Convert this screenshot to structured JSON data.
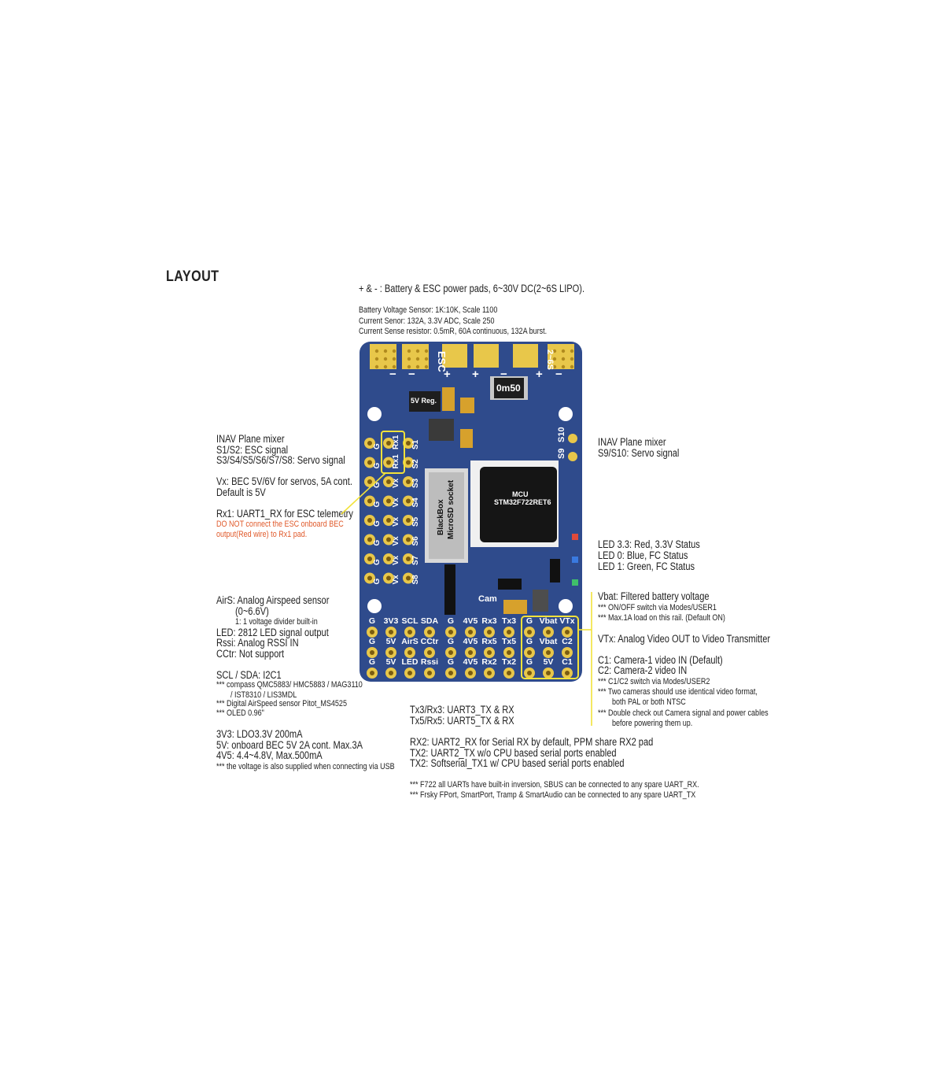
{
  "heading": "LAYOUT",
  "top_notes": {
    "power_pads": "+ & - : Battery & ESC power pads,  6~30V DC(2~6S LIPO).",
    "vsensor": "Battery Voltage Sensor: 1K:10K, Scale 1100",
    "csensor": "Current Senor: 132A,  3.3V ADC,  Scale 250",
    "resistor": "Current Sense resistor:  0.5mR, 60A continuous, 132A burst."
  },
  "left_notes": {
    "mixer_title": "INAV Plane mixer",
    "mixer_s1s2": "S1/S2:  ESC signal",
    "mixer_servos": "S3/S4/S5/S6/S7/S8: Servo signal",
    "vx_line1": "Vx: BEC 5V/6V for servos, 5A cont.",
    "vx_line2": "Default is 5V",
    "rx1_title": "Rx1: UART1_RX for ESC telemetry",
    "rx1_warn1": "DO NOT connect the ESC onboard BEC",
    "rx1_warn2": "output(Red wire) to Rx1 pad.",
    "airs_line1": "AirS: Analog Airspeed sensor",
    "airs_line2": "(0~6.6V)",
    "airs_line3": "1: 1 voltage divider built-in",
    "led_line": "LED: 2812 LED signal output",
    "rssi_line": "Rssi:  Analog RSSI IN",
    "cctr_line": "CCtr: Not support",
    "i2c_title": "SCL / SDA: I2C1",
    "i2c_compass1": "*** compass QMC5883/ HMC5883 / MAG3110",
    "i2c_compass2": "/ IST8310 / LIS3MDL",
    "i2c_airspeed": "*** Digital AirSpeed sensor Pitot_MS4525",
    "i2c_oled": "*** OLED 0.96\"",
    "pwr_3v3": "3V3: LDO3.3V 200mA",
    "pwr_5v": "5V: onboard BEC 5V 2A cont. Max.3A",
    "pwr_4v5": "4V5: 4.4~4.8V, Max.500mA",
    "pwr_usb": "*** the voltage is also supplied when connecting via USB"
  },
  "right_notes": {
    "mixer_title": "INAV Plane mixer",
    "mixer_s9s10": "S9/S10: Servo signal",
    "led33": "LED 3.3: Red, 3.3V Status",
    "led0": "LED 0: Blue, FC Status",
    "led1": "LED 1: Green, FC Status",
    "vbat_title": "Vbat:  Filtered battery voltage",
    "vbat_note1": "*** ON/OFF switch via Modes/USER1",
    "vbat_note2": "*** Max.1A load on this rail.  (Default ON)",
    "vtx": "VTx: Analog Video OUT to Video Transmitter",
    "c1": "C1: Camera-1 video IN (Default)",
    "c2": "C2: Camera-2 video IN",
    "cam_note1": "*** C1/C2 switch via Modes/USER2",
    "cam_note2": "*** Two cameras should use identical video format,",
    "cam_note3": "both PAL or both NTSC",
    "cam_note4": "*** Double check out Camera signal and power cables",
    "cam_note5": "before powering them up."
  },
  "bottom_notes": {
    "uart3": "Tx3/Rx3: UART3_TX & RX",
    "uart5": "Tx5/Rx5: UART5_TX & RX",
    "rx2": "RX2: UART2_RX for Serial RX by default,  PPM share RX2 pad",
    "tx2a": "TX2: UART2_TX w/o CPU based serial ports enabled",
    "tx2b": "TX2: Softserial_TX1 w/ CPU based serial ports enabled",
    "inv1": "*** F722 all UARTs have built-in inversion, SBUS can be connected to any spare UART_RX.",
    "inv2": "*** Frsky FPort, SmartPort, Tramp & SmartAudio can be connected to any spare UART_TX"
  },
  "board": {
    "esc_label": "ESC",
    "cells_label": "2~6S",
    "shunt": "0m50",
    "reg5v": "5V Reg.",
    "mcu_line1": "MCU",
    "mcu_line2": "STM32F722RET6",
    "sd_line1": "BlackBox",
    "sd_line2": "MicroSD socket",
    "s9": "S9",
    "s10": "S10",
    "cam": "Cam",
    "left_rows": [
      {
        "g": "G",
        "v": "Rx1",
        "s": "S1"
      },
      {
        "g": "G",
        "v": "Rx1",
        "s": "S2"
      },
      {
        "g": "G",
        "v": "Vx",
        "s": "S3"
      },
      {
        "g": "G",
        "v": "Vx",
        "s": "S4"
      },
      {
        "g": "G",
        "v": "Vx",
        "s": "S5"
      },
      {
        "g": "G",
        "v": "Vx",
        "s": "S6"
      },
      {
        "g": "G",
        "v": "Vx",
        "s": "S7"
      },
      {
        "g": "G",
        "v": "Vx",
        "s": "S8"
      }
    ],
    "bottom_rows": [
      [
        "G",
        "3V3",
        "SCL",
        "SDA",
        "G",
        "4V5",
        "Rx3",
        "Tx3",
        "G",
        "Vbat",
        "VTx"
      ],
      [
        "G",
        "5V",
        "AirS",
        "CCtr",
        "G",
        "4V5",
        "Rx5",
        "Tx5",
        "G",
        "Vbat",
        "C2"
      ],
      [
        "G",
        "5V",
        "LED",
        "Rssi",
        "G",
        "4V5",
        "Rx2",
        "Tx2",
        "G",
        "5V",
        "C1"
      ]
    ]
  },
  "colors": {
    "pcb": "#2f4b8c",
    "pad": "#e8c74a",
    "warning": "#e05a2b",
    "callout": "#f2e23a"
  }
}
